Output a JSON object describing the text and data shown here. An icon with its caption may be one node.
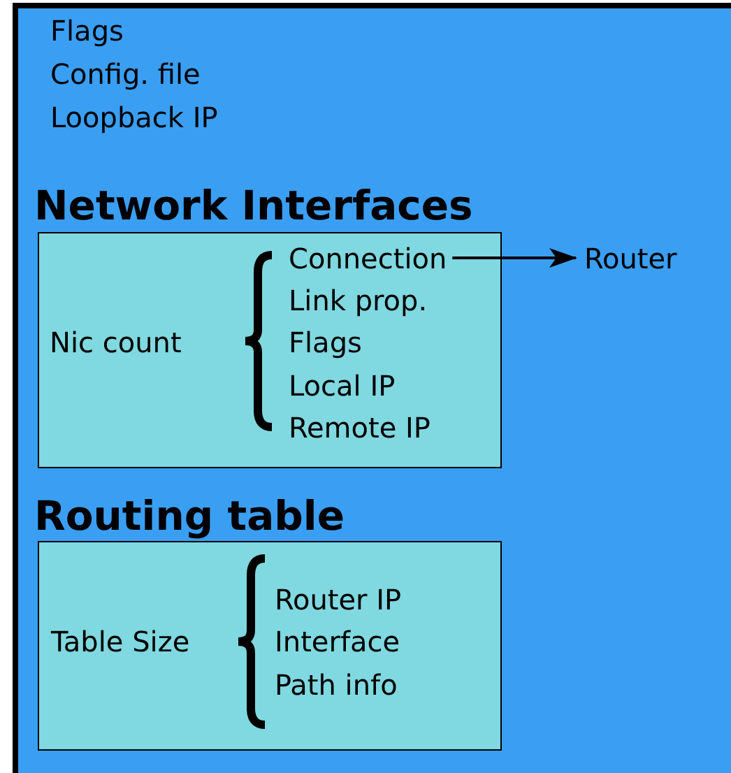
{
  "diagram": {
    "nodes": [
      {
        "text": [
          "Flags",
          "Config. file",
          "Loopback IP"
        ]
      },
      {
        "text": [
          "Network Interfaces",
          "Nic count",
          "Link prop.",
          "Flags",
          "Local IP",
          "Remote IP"
        ],
        "in": 0
      },
      {
        "text": [
          "Connection"
        ],
        "in": 1
      },
      {
        "text": [
          "Router"
        ],
        "in": 0
      },
      {
        "text": [
          "Routing table",
          "Table Size",
          "Router IP",
          "Interface",
          "Path info"
        ],
        "in": 0
      }
    ],
    "edges": [
      {
        "from": 2,
        "to": 3,
        "arrow": "to"
      }
    ]
  }
}
